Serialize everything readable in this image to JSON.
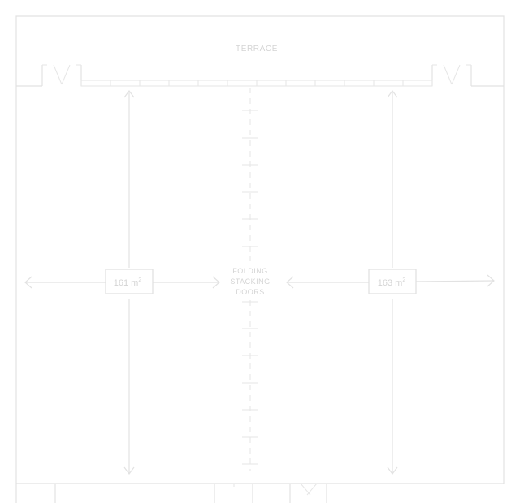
{
  "plan": {
    "terrace_label": "TERRACE",
    "left_room": {
      "area": "161 m",
      "unit_sup": "2"
    },
    "right_room": {
      "area": "163 m",
      "unit_sup": "2"
    },
    "partition_label": [
      "FOLDING",
      "STACKING",
      "DOORS"
    ]
  },
  "colors": {
    "line": "#e2e2e2",
    "text": "#d4d4d4",
    "background": "#ffffff"
  }
}
